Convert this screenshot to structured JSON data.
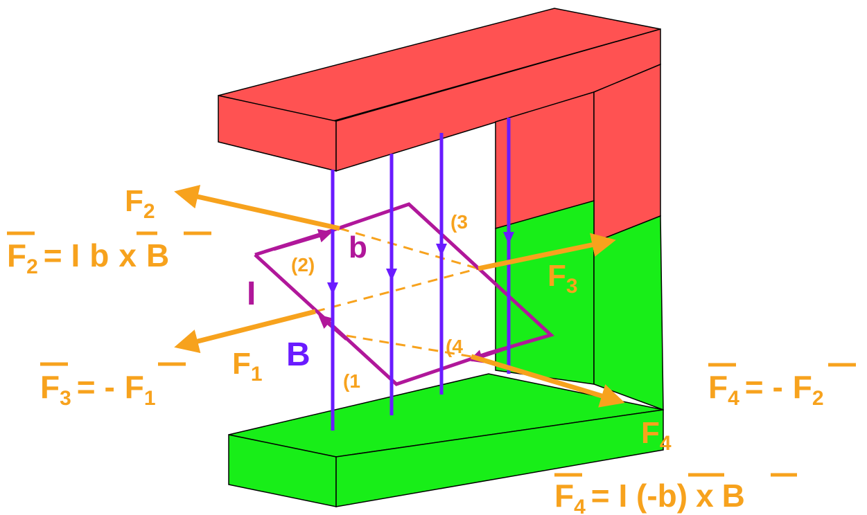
{
  "colors": {
    "magnet_north": "#ff5252",
    "magnet_south": "#18ee18",
    "field_lines": "#6a1bff",
    "loop": "#b0179a",
    "forces": "#f7a21d"
  },
  "labels": {
    "f2": "F",
    "f2_sub": "2",
    "f1": "F",
    "f1_sub": "1",
    "f3": "F",
    "f3_sub": "3",
    "f4": "F",
    "f4_sub": "4",
    "current": "I",
    "field": "B",
    "side_b": "b",
    "side1": "(1",
    "side2": "(2)",
    "side3": "(3",
    "side4": "(4"
  },
  "equations": {
    "eq_f2": {
      "lhs": "F",
      "lhs_sub": "2",
      "eq": "= I",
      "v1": "b",
      "op": "x",
      "v2": "B"
    },
    "eq_f3": {
      "lhs": "F",
      "lhs_sub": "3",
      "eq": "= -",
      "rhs": "F",
      "rhs_sub": "1"
    },
    "eq_f4a": {
      "lhs": "F",
      "lhs_sub": "4",
      "eq": "= -",
      "rhs": "F",
      "rhs_sub": "2"
    },
    "eq_f4b": {
      "lhs": "F",
      "lhs_sub": "4",
      "eq": "= I (",
      "v1": "-b",
      "close": ")",
      "op": "x",
      "v2": "B"
    }
  }
}
